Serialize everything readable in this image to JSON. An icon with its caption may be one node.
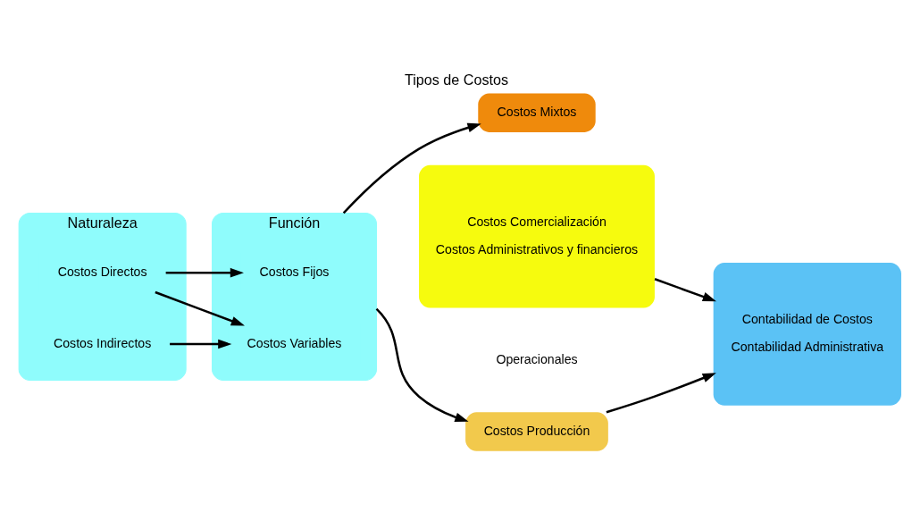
{
  "diagram": {
    "title": "Tipos de Costos",
    "nodes": [
      {
        "text": [
          "Naturaleza"
        ]
      },
      {
        "text": [
          "Costos Directos"
        ],
        "in": 0
      },
      {
        "text": [
          "Costos Indirectos"
        ],
        "in": 0
      },
      {
        "text": [
          "Función"
        ]
      },
      {
        "text": [
          "Costos Variables"
        ],
        "in": 3
      },
      {
        "text": [
          "Costos Fijos"
        ],
        "in": 3
      },
      {
        "text": [
          "Costos Mixtos"
        ]
      },
      {
        "text": [
          "Costos Producción"
        ]
      },
      {
        "text": [
          "Costos Comercialización",
          "Costos Administrativos y financieros"
        ]
      },
      {
        "text": [
          "Contabilidad de Costos",
          "Contabilidad Administrativa"
        ]
      }
    ],
    "edges": [
      {
        "from": 1,
        "to": 4,
        "arrow": "to"
      },
      {
        "from": 1,
        "to": 5,
        "arrow": "to"
      },
      {
        "from": 2,
        "to": 4,
        "arrow": "to"
      },
      {
        "from": 3,
        "to": 6,
        "arrow": "to"
      },
      {
        "from": 3,
        "to": 7,
        "arrow": "to"
      },
      {
        "from": 7,
        "to": 9,
        "arrow": "to"
      },
      {
        "from": 8,
        "to": 9,
        "arrow": "to"
      }
    ],
    "labels": [
      "Operacionales"
    ]
  }
}
